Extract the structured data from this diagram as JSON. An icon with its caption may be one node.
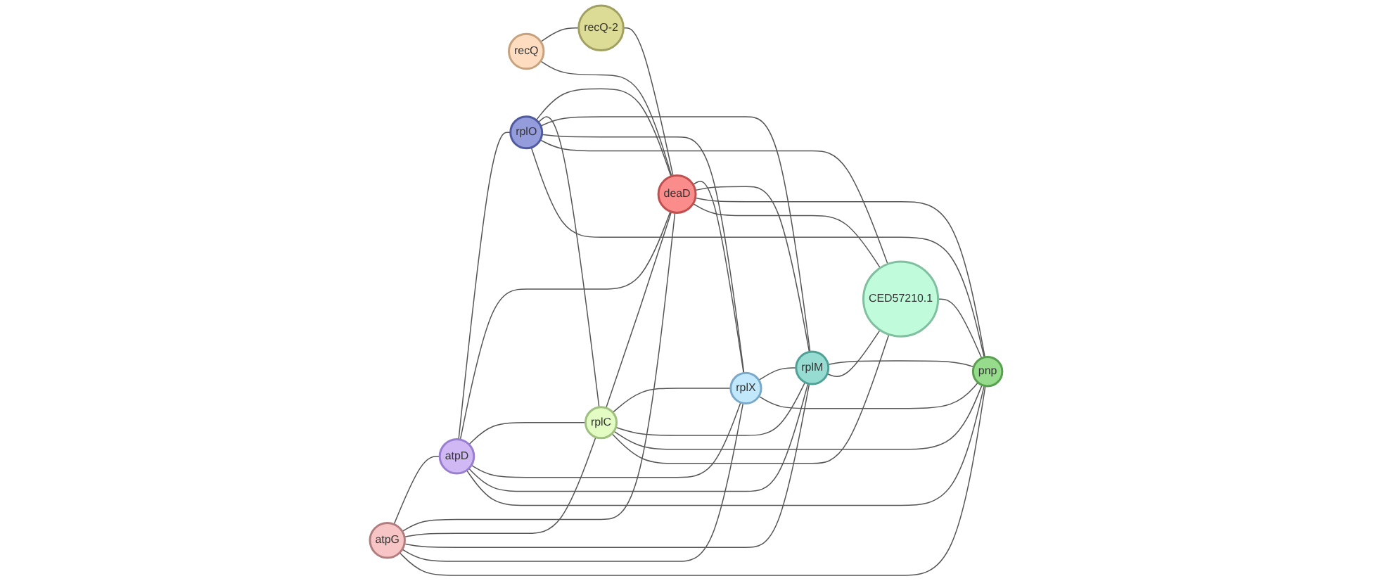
{
  "diagram": {
    "nodes": [
      {
        "text": [
          "atpG"
        ]
      },
      {
        "text": [
          "atpD"
        ]
      },
      {
        "text": [
          "recQ"
        ]
      },
      {
        "text": [
          "rplO"
        ]
      },
      {
        "text": [
          "rplC"
        ]
      },
      {
        "text": [
          "rplX"
        ]
      },
      {
        "text": [
          "deaD"
        ]
      },
      {
        "text": [
          "recQ-2"
        ]
      },
      {
        "text": [
          "rplM"
        ]
      },
      {
        "text": [
          "pnp"
        ]
      },
      {
        "text": [
          "CED57210.1"
        ]
      }
    ],
    "edges": [
      {
        "from": 2,
        "to": 7,
        "arrow": "none"
      },
      {
        "from": 2,
        "to": 6,
        "arrow": "none"
      },
      {
        "from": 7,
        "to": 6,
        "arrow": "none"
      },
      {
        "from": 0,
        "to": 1,
        "arrow": "none"
      },
      {
        "from": 0,
        "to": 6,
        "arrow": "none"
      },
      {
        "from": 0,
        "to": 4,
        "arrow": "none"
      },
      {
        "from": 0,
        "to": 8,
        "arrow": "none"
      },
      {
        "from": 0,
        "to": 5,
        "arrow": "none"
      },
      {
        "from": 0,
        "to": 9,
        "arrow": "none"
      },
      {
        "from": 1,
        "to": 3,
        "arrow": "none"
      },
      {
        "from": 1,
        "to": 6,
        "arrow": "none"
      },
      {
        "from": 1,
        "to": 4,
        "arrow": "none"
      },
      {
        "from": 1,
        "to": 5,
        "arrow": "none"
      },
      {
        "from": 1,
        "to": 8,
        "arrow": "none"
      },
      {
        "from": 1,
        "to": 9,
        "arrow": "none"
      },
      {
        "from": 3,
        "to": 6,
        "arrow": "none"
      },
      {
        "from": 3,
        "to": 4,
        "arrow": "none"
      },
      {
        "from": 3,
        "to": 8,
        "arrow": "none"
      },
      {
        "from": 3,
        "to": 5,
        "arrow": "none"
      },
      {
        "from": 3,
        "to": 10,
        "arrow": "none"
      },
      {
        "from": 3,
        "to": 9,
        "arrow": "none"
      },
      {
        "from": 4,
        "to": 6,
        "arrow": "none"
      },
      {
        "from": 4,
        "to": 5,
        "arrow": "none"
      },
      {
        "from": 4,
        "to": 8,
        "arrow": "none"
      },
      {
        "from": 4,
        "to": 9,
        "arrow": "none"
      },
      {
        "from": 4,
        "to": 10,
        "arrow": "none"
      },
      {
        "from": 6,
        "to": 5,
        "arrow": "none"
      },
      {
        "from": 6,
        "to": 8,
        "arrow": "none"
      },
      {
        "from": 6,
        "to": 9,
        "arrow": "none"
      },
      {
        "from": 6,
        "to": 10,
        "arrow": "none"
      },
      {
        "from": 5,
        "to": 8,
        "arrow": "none"
      },
      {
        "from": 5,
        "to": 9,
        "arrow": "none"
      },
      {
        "from": 8,
        "to": 9,
        "arrow": "none"
      },
      {
        "from": 8,
        "to": 10,
        "arrow": "none"
      },
      {
        "from": 10,
        "to": 9,
        "arrow": "none"
      }
    ]
  }
}
